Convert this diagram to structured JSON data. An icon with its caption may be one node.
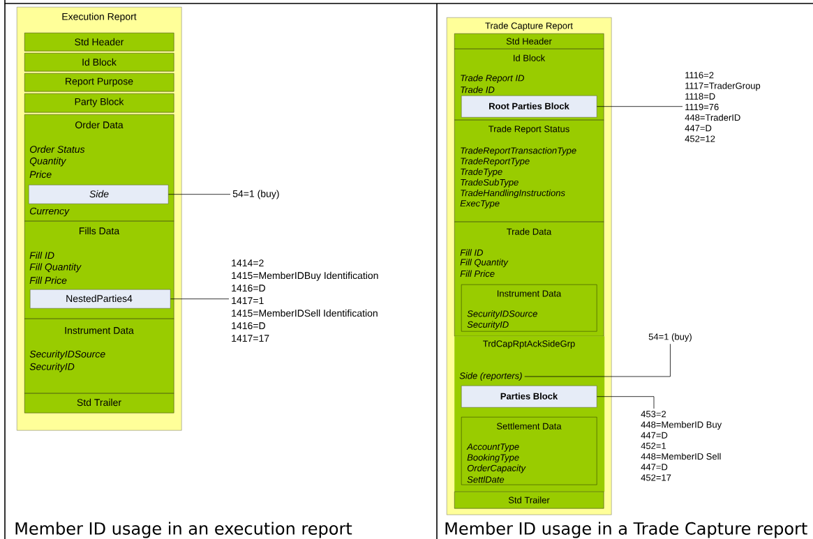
{
  "diagram": {
    "nodes": [
      {
        "text": [
          "Execution Report"
        ]
      },
      {
        "text": [
          "Std Header"
        ],
        "in": 0
      },
      {
        "text": [
          "Id Block"
        ],
        "in": 0
      },
      {
        "text": [
          "Report Purpose"
        ],
        "in": 0
      },
      {
        "text": [
          "Party Block"
        ],
        "in": 0
      },
      {
        "text": [
          "Order Data",
          "Order Status",
          "Quantity",
          "Price",
          "Currency"
        ],
        "in": 0
      },
      {
        "text": [
          "Side"
        ],
        "in": 5
      },
      {
        "text": [
          "Fills Data",
          "Fill ID",
          "Fill Quantity",
          "Fill Price"
        ],
        "in": 0
      },
      {
        "text": [
          "NestedParties4"
        ],
        "in": 7
      },
      {
        "text": [
          "Instrument Data",
          "SecurityIDSource",
          "SecurityID"
        ],
        "in": 0
      },
      {
        "text": [
          "Std Trailer"
        ],
        "in": 0
      },
      {
        "text": [
          "54=1 (buy)"
        ]
      },
      {
        "text": [
          "1414=2",
          "1415=MemberIDBuy Identification",
          "1416=D",
          "1417=1",
          "1415=MemberIDSell Identification",
          "1416=D",
          "1417=17"
        ]
      },
      {
        "text": [
          "Trade Capture Report"
        ]
      },
      {
        "text": [
          "Std Header"
        ],
        "in": 13
      },
      {
        "text": [
          "Id Block",
          "Trade Report ID",
          "Trade ID"
        ],
        "in": 13
      },
      {
        "text": [
          "Root Parties Block"
        ],
        "in": 15
      },
      {
        "text": [
          "Trade Report Status",
          "TradeReportTransactionType",
          "TradeReportType",
          "TradeType",
          "TradeSubType",
          "TradeHandlingInstructions",
          "ExecType"
        ],
        "in": 13
      },
      {
        "text": [
          "Trade Data",
          "Fill ID",
          "Fill Quantity",
          "Fill Price"
        ],
        "in": 13
      },
      {
        "text": [
          "Instrument Data",
          "SecurityIDSource",
          "SecurityID"
        ],
        "in": 18
      },
      {
        "text": [
          "TrdCapRptAckSideGrp"
        ],
        "in": 13
      },
      {
        "text": [
          "Side (reporters)"
        ],
        "in": 20
      },
      {
        "text": [
          "Parties Block"
        ],
        "in": 20
      },
      {
        "text": [
          "Settlement Data",
          "AccountType",
          "BookingType",
          "OrderCapacity",
          "SettlDate"
        ],
        "in": 20
      },
      {
        "text": [
          "Std Trailer"
        ],
        "in": 13
      },
      {
        "text": [
          "1116=2",
          "1117=TraderGroup",
          "1118=D",
          "1119=76",
          "448=TraderID",
          "447=D",
          "452=12"
        ]
      },
      {
        "text": [
          "54=1 (buy)"
        ]
      },
      {
        "text": [
          "453=2",
          "448=MemberID Buy",
          "447=D",
          "452=1",
          "448=MemberID Sell",
          "447=D",
          "452=17"
        ]
      }
    ],
    "edges": [
      {
        "from": 6,
        "to": 11,
        "arrow": "none"
      },
      {
        "from": 8,
        "to": 12,
        "arrow": "none"
      },
      {
        "from": 16,
        "to": 25,
        "arrow": "none"
      },
      {
        "from": 21,
        "to": 26,
        "arrow": "none"
      },
      {
        "from": 22,
        "to": 27,
        "arrow": "none"
      }
    ],
    "labels": [
      "Member ID usage in an execution report",
      "Member ID usage in a Trade Capture report"
    ]
  }
}
